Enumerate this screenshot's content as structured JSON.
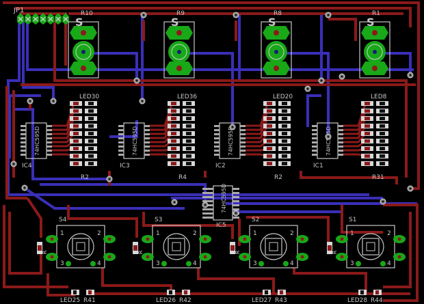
{
  "colors": {
    "background": "#000000",
    "trace_top": "#8b1a1a",
    "trace_bottom": "#3a2fb8",
    "pad": "#18a818",
    "silkscreen": "#c8c8c8",
    "via": "#8a8a8a"
  },
  "header": {
    "label": "JP1"
  },
  "pots": [
    {
      "name": "R10",
      "mark": "S"
    },
    {
      "name": "R9",
      "mark": "S"
    },
    {
      "name": "R8",
      "mark": "S"
    },
    {
      "name": "R1",
      "mark": "S"
    }
  ],
  "shift_registers": [
    {
      "name": "IC4",
      "part": "74HC595D",
      "r_label": "R2"
    },
    {
      "name": "IC3",
      "part": "74HC595D",
      "r_label": "R4"
    },
    {
      "name": "IC2",
      "part": "74HC595D",
      "r_label": "R2"
    },
    {
      "name": "IC1",
      "part": "74HC595D",
      "r_label": "R31"
    }
  ],
  "led_groups": [
    {
      "top_label": "LED30"
    },
    {
      "top_label": "LED36"
    },
    {
      "top_label": "LED20"
    },
    {
      "top_label": "LED8"
    }
  ],
  "center_ic": {
    "name": "IC5",
    "part": "74HC595D"
  },
  "switches": [
    {
      "name": "S4",
      "resistor": "R",
      "pins": [
        "1",
        "2",
        "3",
        "4"
      ]
    },
    {
      "name": "S3",
      "resistor": "R",
      "pins": [
        "1",
        "2",
        "3",
        "4"
      ]
    },
    {
      "name": "S2",
      "resistor": "R",
      "pins": [
        "1",
        "2",
        "3",
        "4"
      ]
    },
    {
      "name": "S1",
      "resistor": "R",
      "pins": [
        "1",
        "2",
        "3",
        "4"
      ]
    }
  ],
  "bottom_leds": [
    {
      "led": "LED25",
      "res": "R41"
    },
    {
      "led": "LED26",
      "res": "R42"
    },
    {
      "led": "LED27",
      "res": "R43"
    },
    {
      "led": "LED28",
      "res": "R44"
    }
  ]
}
